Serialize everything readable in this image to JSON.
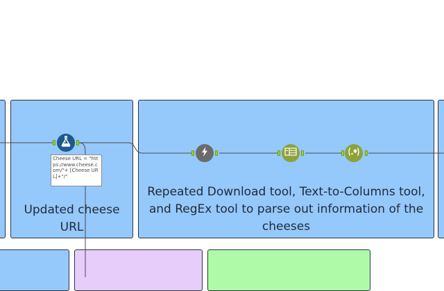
{
  "containers": {
    "left_partial": {
      "color": "#95c8fb"
    },
    "formula_container": {
      "title": "Updated cheese URL",
      "color": "#95c8fb"
    },
    "parse_container": {
      "title": "Repeated Download tool, Text-to-Columns tool, and RegEx tool to parse out information of the cheeses",
      "color": "#95c8fb"
    },
    "bottom_left": {
      "color": "#95c8fb"
    },
    "bottom_purple": {
      "color": "#e6cdfa"
    },
    "bottom_green": {
      "color": "#aefaa9"
    }
  },
  "tools": [
    {
      "name": "formula-tool",
      "icon": "flask-icon",
      "color": "#1e5a8c"
    },
    {
      "name": "download-tool",
      "icon": "lightning-icon",
      "color": "#6b6b6b"
    },
    {
      "name": "text-to-columns-tool",
      "icon": "columns-table-icon",
      "color": "#8ca33a"
    },
    {
      "name": "regex-tool",
      "icon": "regex-icon",
      "color": "#8ca33a"
    }
  ],
  "annotation": {
    "text": "Cheese URL = \"https://www.cheese.com/\"+ [Cheese URL]+\"/\""
  },
  "colors": {
    "connector": "#4a4a4a",
    "anchor": "#9ed32e",
    "border": "#2b3440"
  }
}
